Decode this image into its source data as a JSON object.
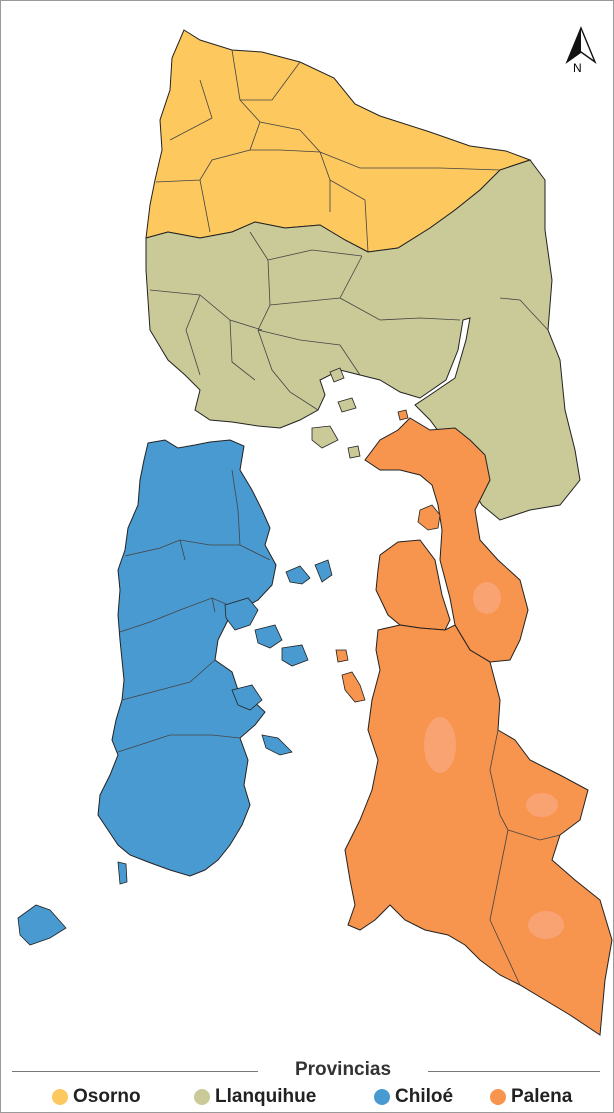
{
  "legend": {
    "title": "Provincias",
    "items": [
      {
        "label": "Osorno",
        "color": "#FDC85E"
      },
      {
        "label": "Llanquihue",
        "color": "#C9CA98"
      },
      {
        "label": "Chiloé",
        "color": "#4A9AD2"
      },
      {
        "label": "Palena",
        "color": "#F7944E"
      }
    ]
  },
  "compass": {
    "label": "N",
    "icon": "north-arrow-icon"
  },
  "colors": {
    "osorno": "#FDC85E",
    "llanquihue": "#C9CA98",
    "chiloe": "#4A9AD2",
    "palena": "#F7944E",
    "palena_highlight": "#F9A272",
    "border": "#222222"
  }
}
